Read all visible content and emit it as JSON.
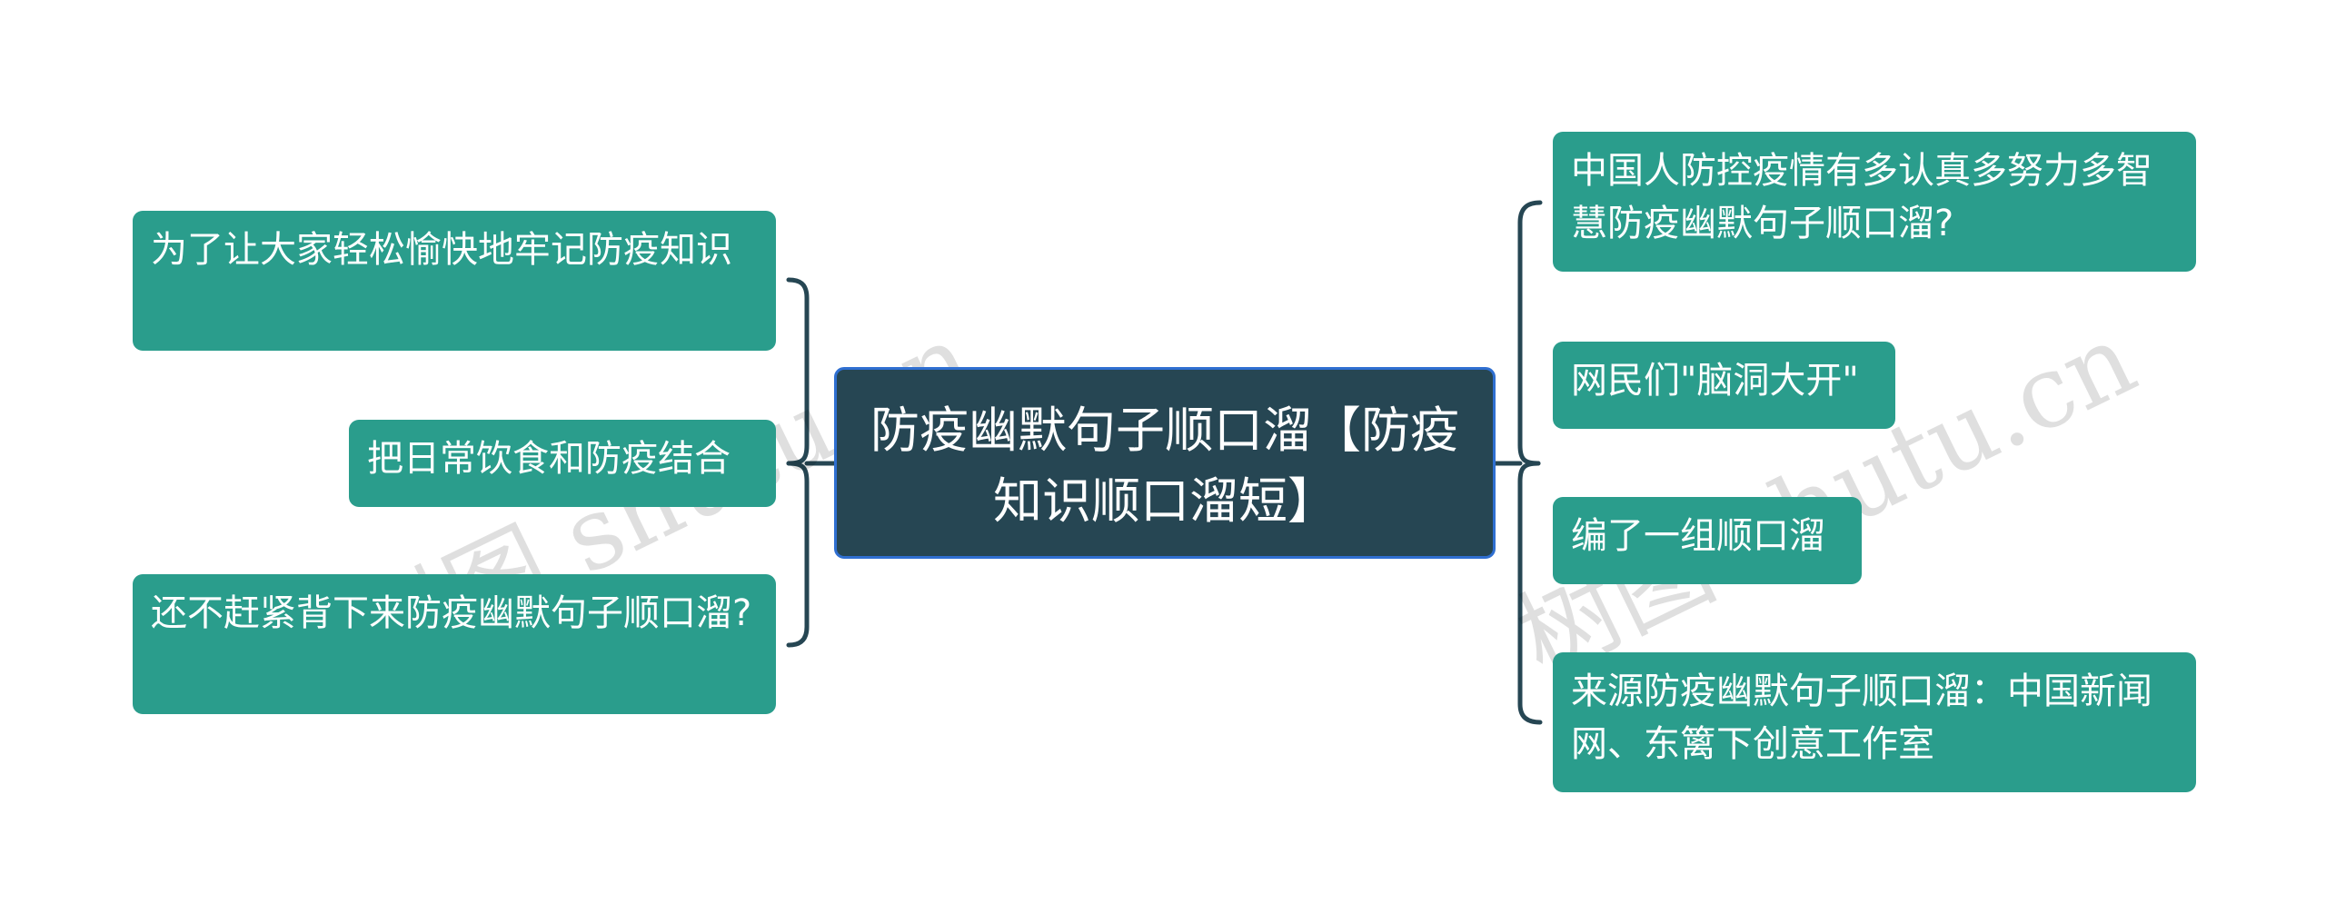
{
  "center": {
    "label": "防疫幽默句子顺口溜【防疫知识顺口溜短】"
  },
  "left_nodes": [
    "为了让大家轻松愉快地牢记防疫知识",
    "把日常饮食和防疫结合",
    "还不赶紧背下来防疫幽默句子顺口溜?"
  ],
  "right_nodes": [
    "中国人防控疫情有多认真多努力多智慧防疫幽默句子顺口溜?",
    "网民们\"脑洞大开\"",
    "编了一组顺口溜",
    "来源防疫幽默句子顺口溜：中国新闻网、东篱下创意工作室"
  ],
  "watermark": "树图 shutu.cn",
  "colors": {
    "node": "#2a9d8c",
    "center": "#264653",
    "center_border": "#2f6fd1",
    "connector": "#264653"
  }
}
